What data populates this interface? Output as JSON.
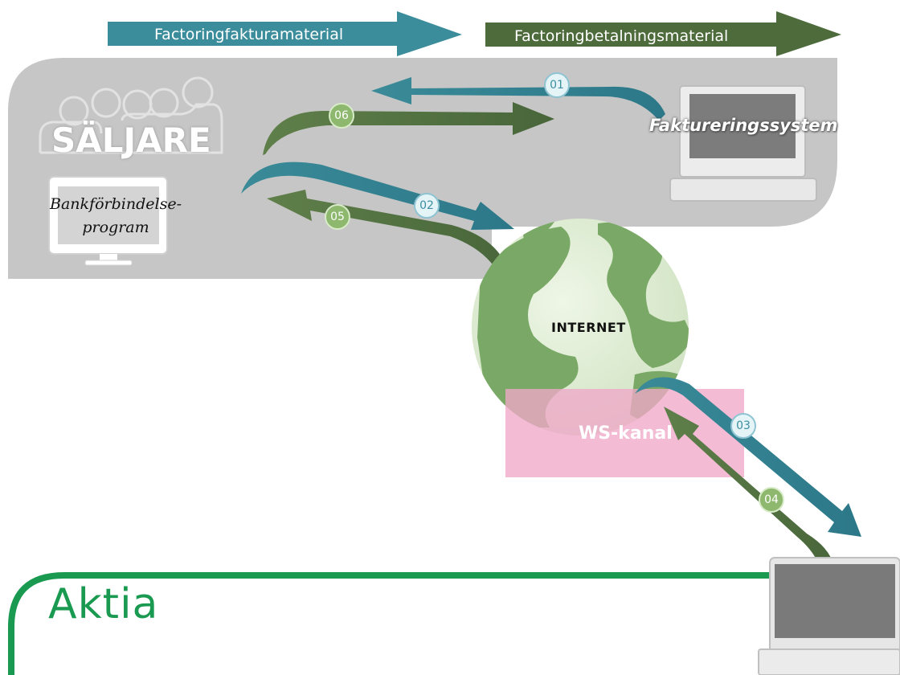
{
  "legend": {
    "invoice_material": "Factoringfakturamaterial",
    "payment_material": "Factoringbetalningsmaterial",
    "invoice_color": "#3b8d9c",
    "payment_color": "#4e6b3b"
  },
  "seller": {
    "title": "SÄLJARE",
    "bank_program_line1": "Bankförbindelse-",
    "bank_program_line2": "program"
  },
  "billing_system": "Faktureringssystem",
  "internet": "INTERNET",
  "ws_channel": "WS-kanal",
  "steps": [
    "01",
    "02",
    "03",
    "04",
    "05",
    "06"
  ],
  "bank": {
    "name": "Aktia",
    "brand_color": "#1a9a50"
  },
  "colors": {
    "seller_area": "#c8c8c8",
    "globe_land": "#7aa866",
    "globe_sea": "#d7e8cc",
    "ws_box": "#f0a8c8"
  },
  "icons": [
    "people-icon",
    "monitor-icon",
    "computer-icon",
    "globe-icon",
    "laptop-icon"
  ]
}
